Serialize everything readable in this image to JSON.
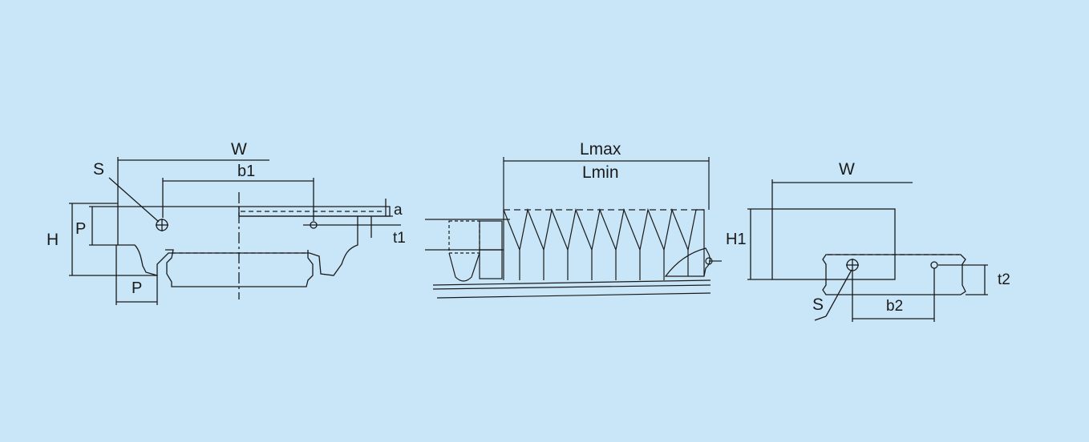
{
  "colors": {
    "background": "#c9e6f8",
    "line": "#1a1a1a"
  },
  "labels": {
    "left_w": "W",
    "left_b1": "b1",
    "left_s": "S",
    "left_h": "H",
    "left_p_side": "P",
    "left_p_bottom": "P",
    "left_a": "a",
    "left_t1": "t1",
    "center_lmax": "Lmax",
    "center_lmin": "Lmin",
    "right_w": "W",
    "right_h1": "H1",
    "right_s": "S",
    "right_b2": "b2",
    "right_t2": "t2"
  }
}
